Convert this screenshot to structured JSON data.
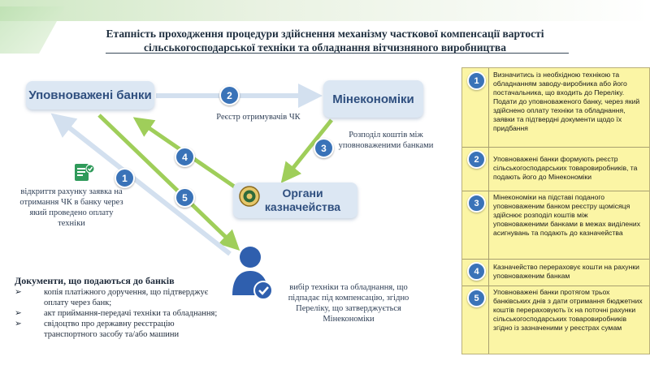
{
  "title": {
    "line1": "Етапність проходження процедури здійснення механізму часткової компенсації вартості",
    "line2": "сільськогосподарської техніки та обладнання вітчизняного виробництва"
  },
  "nodes": {
    "banks": "Уповноважені банки",
    "ministry": "Мінекономіки",
    "treasury": "Органи казначейства"
  },
  "labels": {
    "registry": "Реєстр отримувачів ЧК",
    "distribution": "Розподіл коштів між уповноваженими банками",
    "account": "відкриття рахунку заявка на отримання ЧК в банку через який проведено оплату техніки",
    "choice": "вибір техніки та обладнання, що підпадає під компенсацію, згідно Переліку, що затверджується Мінекономіки"
  },
  "arrow_steps": [
    "1",
    "2",
    "3",
    "4",
    "5"
  ],
  "documents": {
    "heading": "Документи, що подаються  до банків",
    "bullet": "➢",
    "items": [
      "копія платіжного доручення, що підтверджує оплату через банк;",
      "акт приймання-передачі техніки та обладнання;",
      "свідоцтво про державну реєстрацію транспортного засобу та/або  машини"
    ]
  },
  "steps": [
    {
      "num": "1",
      "text": "Визначитись із необхідною технікою та обладнанням заводу-виробника або його постачальника, що входить до  Переліку. Подати до уповноваженого банку, через який здійснено оплату техніки та обладнання, заявки та підтвердні документи щодо їх придбання"
    },
    {
      "num": "2",
      "text": "Уповноважені банки формують реєстр сільськогосподарських товаровиробників, та подають його до Мінекономіки"
    },
    {
      "num": "3",
      "text": "Мінекономіки на підставі поданого уповноваженим банком реєстру щомісяця здійснює  розподіл коштів між уповноваженими банками в межах виділених асигнувань та подають до казначейства"
    },
    {
      "num": "4",
      "text": "Казначейство перераховує кошти на рахунки уповноваженим банкам"
    },
    {
      "num": "5",
      "text": "Уповноважені банки протягом трьох банківських днів з дати отримання бюджетних коштів перераховують їх на поточні рахунки сільськогосподарських товаровиробників згідно із зазначеними у реєстрах сумам"
    }
  ],
  "colors": {
    "node_fill": "#dce7f3",
    "node_text": "#2f4f7f",
    "arrow_green": "#9fce5a",
    "arrow_light": "#d3e0ef",
    "circle": "#3a73b8",
    "steps_bg": "#fbf5a5"
  }
}
